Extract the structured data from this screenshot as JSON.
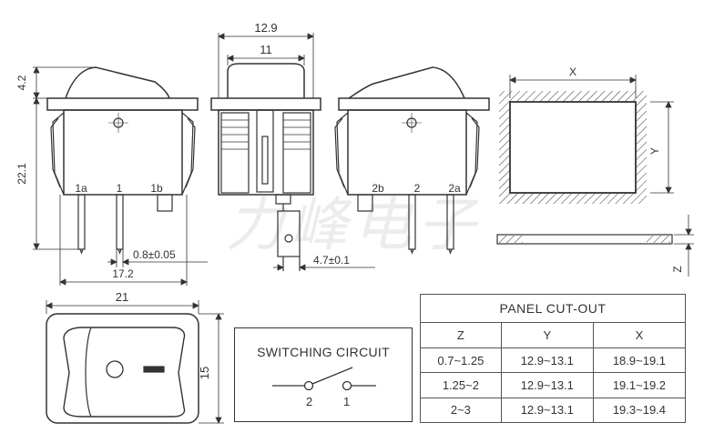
{
  "watermark": "力峰电子",
  "side_view_left": {
    "dim_height_top": "4.2",
    "dim_height_body": "22.1",
    "pin_labels": [
      "1a",
      "1",
      "1b"
    ],
    "dim_pin_width": "0.8±0.05",
    "dim_pin_span": "17.2"
  },
  "front_view": {
    "dim_outer_width": "12.9",
    "dim_inner_width": "11",
    "dim_pin_tab": "4.7±0.1"
  },
  "side_view_right": {
    "pin_labels": [
      "2b",
      "2",
      "2a"
    ]
  },
  "panel_view": {
    "label_x": "X",
    "label_y": "Y",
    "label_z": "Z"
  },
  "top_view": {
    "dim_width": "21",
    "dim_height": "15"
  },
  "switching_circuit": {
    "title": "SWITCHING CIRCUIT",
    "terminal_left": "2",
    "terminal_right": "1"
  },
  "cutout_table": {
    "title": "PANEL CUT-OUT",
    "headers": [
      "Z",
      "Y",
      "X"
    ],
    "rows": [
      [
        "0.7~1.25",
        "12.9~13.1",
        "18.9~19.1"
      ],
      [
        "1.25~2",
        "12.9~13.1",
        "19.1~19.2"
      ],
      [
        "2~3",
        "12.9~13.1",
        "19.3~19.4"
      ]
    ]
  }
}
